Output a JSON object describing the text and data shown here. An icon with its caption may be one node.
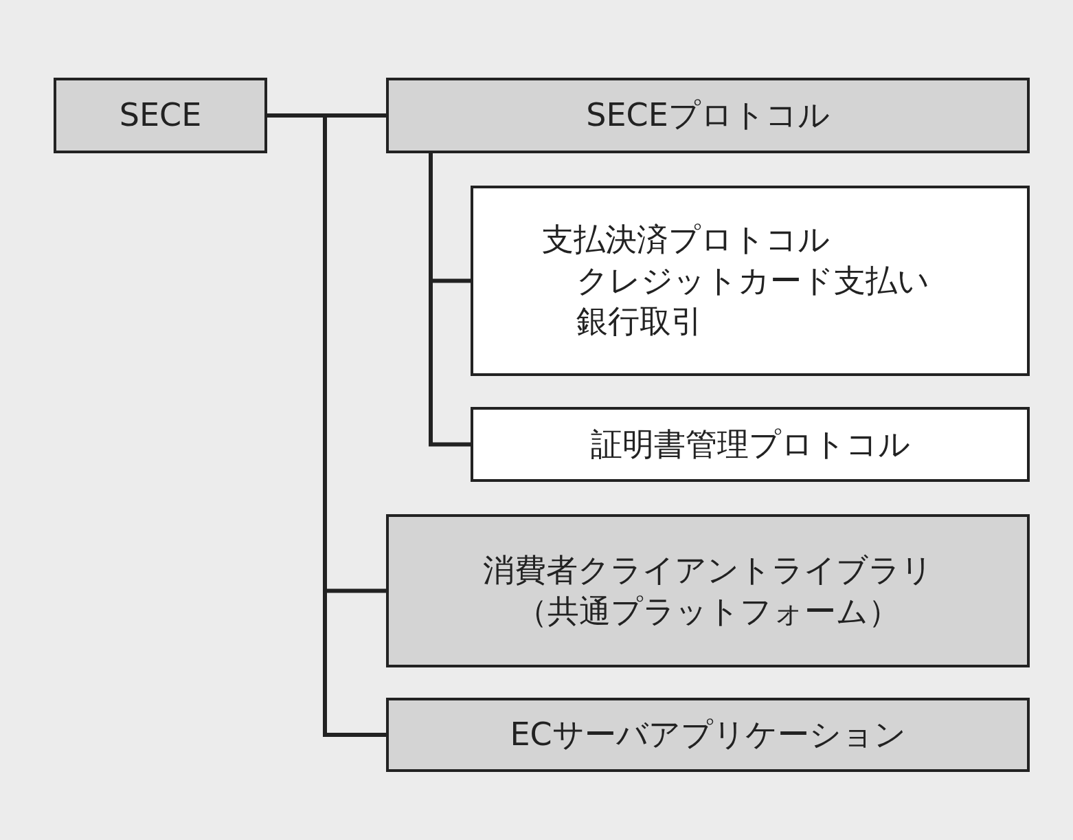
{
  "diagram": {
    "nodes": [
      {
        "text": [
          "SECE"
        ]
      },
      {
        "text": [
          "SECEプロトコル"
        ]
      },
      {
        "text": [
          "支払決済プロトコル",
          "クレジットカード支払い",
          "銀行取引"
        ]
      },
      {
        "text": [
          "証明書管理プロトコル"
        ]
      },
      {
        "text": [
          "消費者クライアントライブラリ（共通プラットフォーム）"
        ]
      },
      {
        "text": [
          "ECサーバアプリケーション"
        ]
      }
    ],
    "edges": [
      {
        "from": 0,
        "to": 1,
        "arrow": "none"
      },
      {
        "from": 0,
        "to": 4,
        "arrow": "none"
      },
      {
        "from": 0,
        "to": 5,
        "arrow": "none"
      },
      {
        "from": 1,
        "to": 2,
        "arrow": "none"
      },
      {
        "from": 1,
        "to": 3,
        "arrow": "none"
      }
    ]
  }
}
